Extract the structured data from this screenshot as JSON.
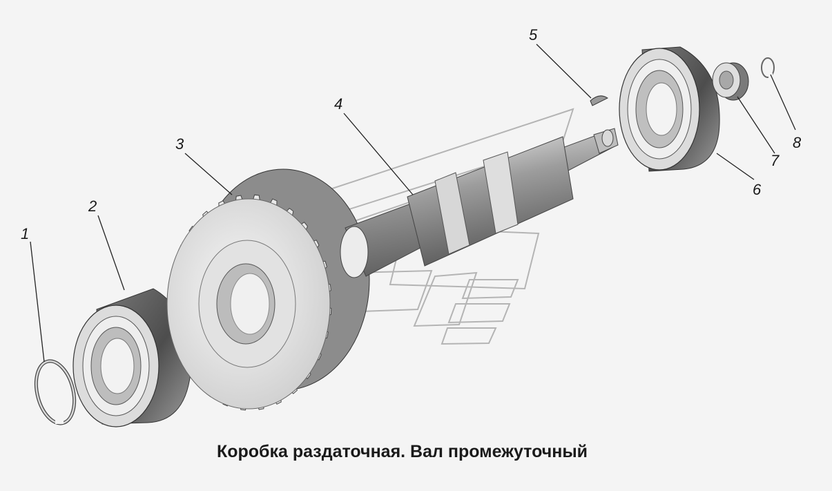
{
  "caption": "Коробка раздаточная. Вал промежуточный",
  "callouts": [
    {
      "n": "1",
      "part": "retaining-ring"
    },
    {
      "n": "2",
      "part": "roller-bearing"
    },
    {
      "n": "3",
      "part": "gear"
    },
    {
      "n": "4",
      "part": "shaft"
    },
    {
      "n": "5",
      "part": "woodruff-key"
    },
    {
      "n": "6",
      "part": "ball-bearing"
    },
    {
      "n": "7",
      "part": "nut"
    },
    {
      "n": "8",
      "part": "snap-ring"
    }
  ],
  "colors": {
    "background": "#f4f4f4",
    "part_fill": "#e6e6e6",
    "part_shadow": "#5e5e5e",
    "line": "#222222",
    "watermark": "#b4b4b4"
  }
}
